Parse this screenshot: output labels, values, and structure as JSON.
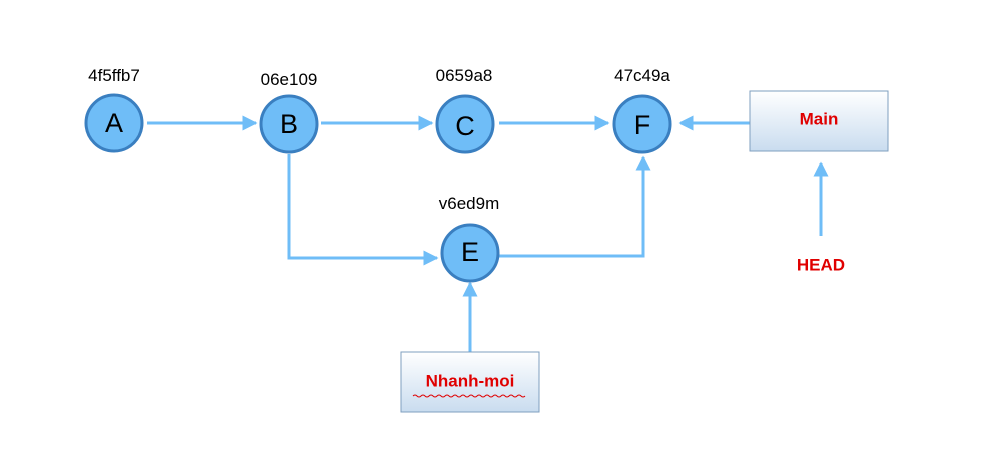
{
  "commits": [
    {
      "letter": "A",
      "hash": "4f5ffb7"
    },
    {
      "letter": "B",
      "hash": "06e109"
    },
    {
      "letter": "C",
      "hash": "0659a8"
    },
    {
      "letter": "F",
      "hash": "47c49a"
    },
    {
      "letter": "E",
      "hash": "v6ed9m"
    }
  ],
  "branches": [
    {
      "label": "Main"
    },
    {
      "label": "Nhanh-moi"
    }
  ],
  "head": {
    "label": "HEAD"
  },
  "colors": {
    "node_fill": "#6fbdf7",
    "node_stroke": "#3a7fc0",
    "edge": "#6fbdf7",
    "ref_text": "#e00000"
  }
}
